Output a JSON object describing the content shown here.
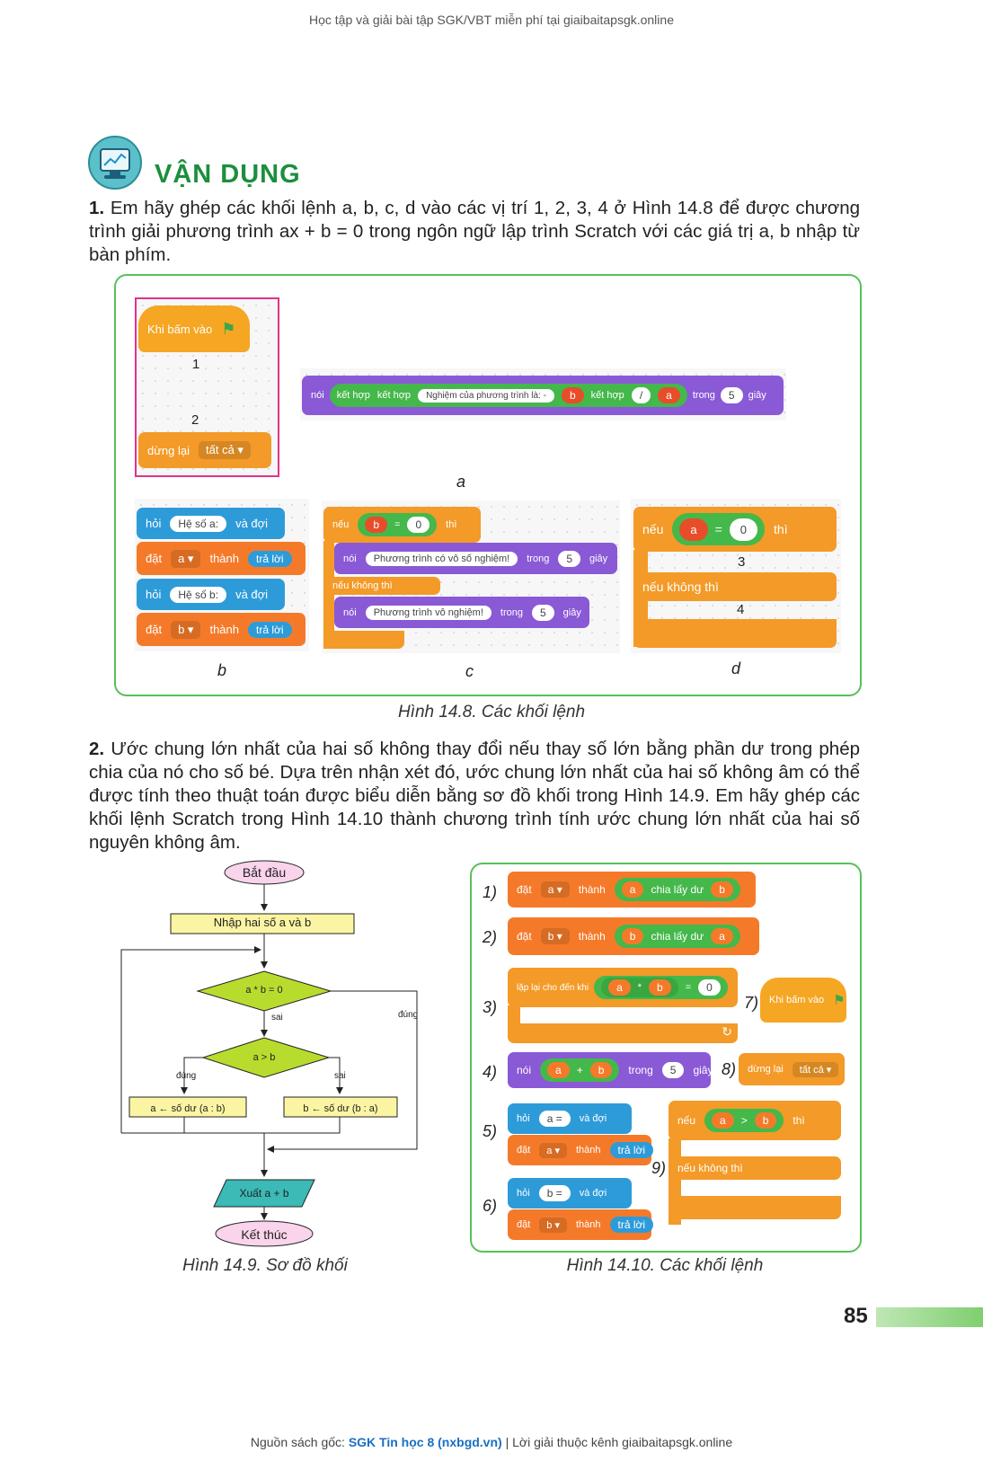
{
  "header": "Học tập và giải bài tập SGK/VBT miễn phí tại giaibaitapsgk.online",
  "section_title": "VẬN DỤNG",
  "q1": {
    "num": "1.",
    "text": "Em hãy ghép các khối lệnh a, b, c, d vào các vị trí 1, 2, 3, 4 ở Hình 14.8 để được chương trình giải phương trình ax + b = 0 trong ngôn ngữ lập trình Scratch với các giá trị a, b nhập từ bàn phím."
  },
  "fig148": {
    "start_block": "Khi bấm vào",
    "slot1": "1",
    "slot2": "2",
    "stop_block": "dừng lại",
    "stop_option": "tất cả",
    "a": {
      "noi": "nói",
      "kethop1": "kết hợp",
      "kethop2": "kết hợp",
      "msg": "Nghiệm của phương trình là: -",
      "b": "b",
      "kethop3": "kết hợp",
      "slash": "/",
      "a": "a",
      "trong": "trong",
      "five": "5",
      "giay": "giây",
      "label": "a"
    },
    "b": {
      "hoi": "hỏi",
      "q1": "Hệ số a:",
      "vadoi": "và đợi",
      "dat": "đặt",
      "var_a": "a",
      "thanh": "thành",
      "traloi": "trả lời",
      "q2": "Hệ số b:",
      "var_b": "b",
      "label": "b"
    },
    "c": {
      "neu": "nếu",
      "b": "b",
      "eq": "=",
      "zero": "0",
      "thi": "thì",
      "noi": "nói",
      "msg1": "Phương trình có vô số nghiệm!",
      "trong": "trong",
      "five": "5",
      "giay": "giây",
      "neukhongthi": "nếu không thì",
      "msg2": "Phương trình vô nghiệm!",
      "label": "c"
    },
    "d": {
      "neu": "nếu",
      "a": "a",
      "eq": "=",
      "zero": "0",
      "thi": "thì",
      "slot3": "3",
      "neukhongthi": "nếu không thì",
      "slot4": "4",
      "label": "d"
    },
    "caption": "Hình 14.8. Các khối lệnh"
  },
  "q2": {
    "num": "2.",
    "text": "Ước chung lớn nhất của hai số không thay đổi nếu thay số lớn bằng phần dư trong phép chia của nó cho số bé. Dựa trên nhận xét đó, ước chung lớn nhất của hai số không âm có thể được tính theo thuật toán được biểu diễn bằng sơ đồ khối trong Hình 14.9. Em hãy ghép các khối lệnh Scratch trong Hình 14.10 thành chương trình tính ước chung lớn nhất của hai số nguyên không âm."
  },
  "fig149": {
    "start": "Bắt đầu",
    "input": "Nhập hai số a và b",
    "cond1": "a * b = 0",
    "sai1": "sai",
    "dung1": "đúng",
    "cond2": "a > b",
    "dung2": "đúng",
    "sai2": "sai",
    "left_box": "a ← số dư (a : b)",
    "right_box": "b ← số dư (b : a)",
    "output": "Xuất a + b",
    "end": "Kết thúc",
    "caption": "Hình 14.9. Sơ đồ khối"
  },
  "fig1410": {
    "n1": "1)",
    "n2": "2)",
    "n3": "3)",
    "n4": "4)",
    "n5": "5)",
    "n6": "6)",
    "n7": "7)",
    "n8": "8)",
    "n9": "9)",
    "dat": "đặt",
    "a": "a",
    "b": "b",
    "thanh": "thành",
    "chialaydu": "chia lấy dư",
    "laplai": "lặp lại cho đến khi",
    "mul": "*",
    "eq": "=",
    "zero": "0",
    "noi": "nói",
    "plus": "+",
    "trong": "trong",
    "five": "5",
    "giay": "giây",
    "khibamvao": "Khi bấm vào",
    "dunglai": "dừng lại",
    "tatca": "tất cả",
    "hoi": "hỏi",
    "qa": "a =",
    "qb": "b =",
    "vadoi": "và đợi",
    "traloi": "trả lời",
    "neu": "nếu",
    "gt": ">",
    "thi": "thì",
    "neukhongthi": "nếu không thì",
    "caption": "Hình 14.10. Các khối lệnh"
  },
  "page_number": "85",
  "footer": {
    "prefix": "Nguồn sách gốc: ",
    "book": "SGK Tin học 8 (nxbgd.vn)",
    "suffix": " | Lời giải thuộc kênh giaibaitapsgk.online"
  }
}
